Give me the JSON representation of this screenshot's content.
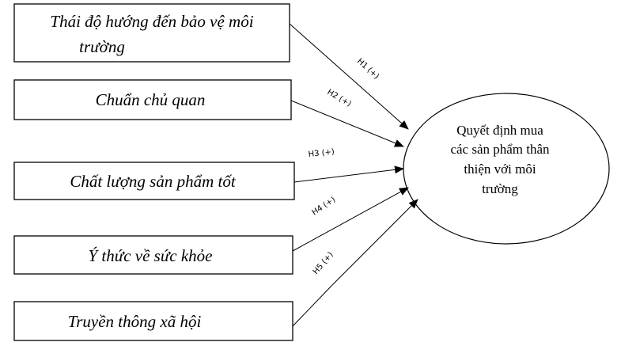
{
  "factors": [
    {
      "lines": [
        "Thái độ hướng đến bảo vệ môi",
        "trường"
      ]
    },
    {
      "lines": [
        "Chuẩn chủ quan"
      ]
    },
    {
      "lines": [
        "Chất lượng sản phẩm tốt"
      ]
    },
    {
      "lines": [
        "Ý thức về sức khỏe"
      ]
    },
    {
      "lines": [
        "Truyền thông xã hội"
      ]
    }
  ],
  "outcome": {
    "lines": [
      "Quyết định mua",
      "các sản phẩm thân",
      "thiện với môi",
      "trường"
    ]
  },
  "hypotheses": [
    "H1 (+)",
    "H2 (+)",
    "H3 (+)",
    "H4 (+)",
    "H5 (+)"
  ]
}
